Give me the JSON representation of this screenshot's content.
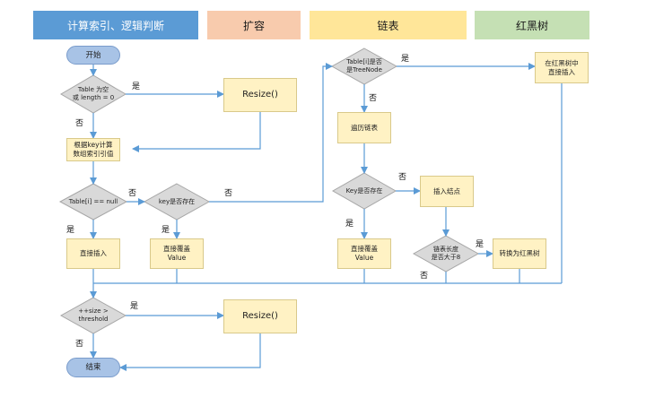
{
  "headers": {
    "index": "计算索引、逻辑判断",
    "resize": "扩容",
    "list": "链表",
    "tree": "红黑树"
  },
  "nodes": {
    "start": "开始",
    "table_empty": "Table 为空\n或 length = 0",
    "resize_1": "Resize()",
    "calc_index": "根据key计算\n数组索引引值",
    "table_i_null": "Table[i] == null",
    "key_exists_1": "key是否存在",
    "insert_direct": "直接插入",
    "overwrite_1": "直接覆盖\nValue",
    "is_treenode": "Table[i]是否\n是TreeNode",
    "traverse_list": "遍历链表",
    "key_exists_2": "Key是否存在",
    "insert_node": "插入结点",
    "overwrite_2": "直接覆盖\nValue",
    "list_len": "链表长度\n是否大于8",
    "to_tree": "转换为红黑树",
    "tree_insert": "在红黑树中\n直接插入",
    "size_threshold": "++size >\nthreshold",
    "resize_2": "Resize()",
    "end": "结束"
  },
  "labels": {
    "yes": "是",
    "no": "否"
  },
  "colors": {
    "header_index": "#5b9bd5",
    "header_resize": "#f8cbad",
    "header_list": "#ffe699",
    "header_tree": "#c5e0b4",
    "process_fill": "#fff2c4",
    "decision_fill": "#d9d9d9",
    "terminal_fill": "#a8c3e6",
    "arrow": "#5b9bd5"
  }
}
